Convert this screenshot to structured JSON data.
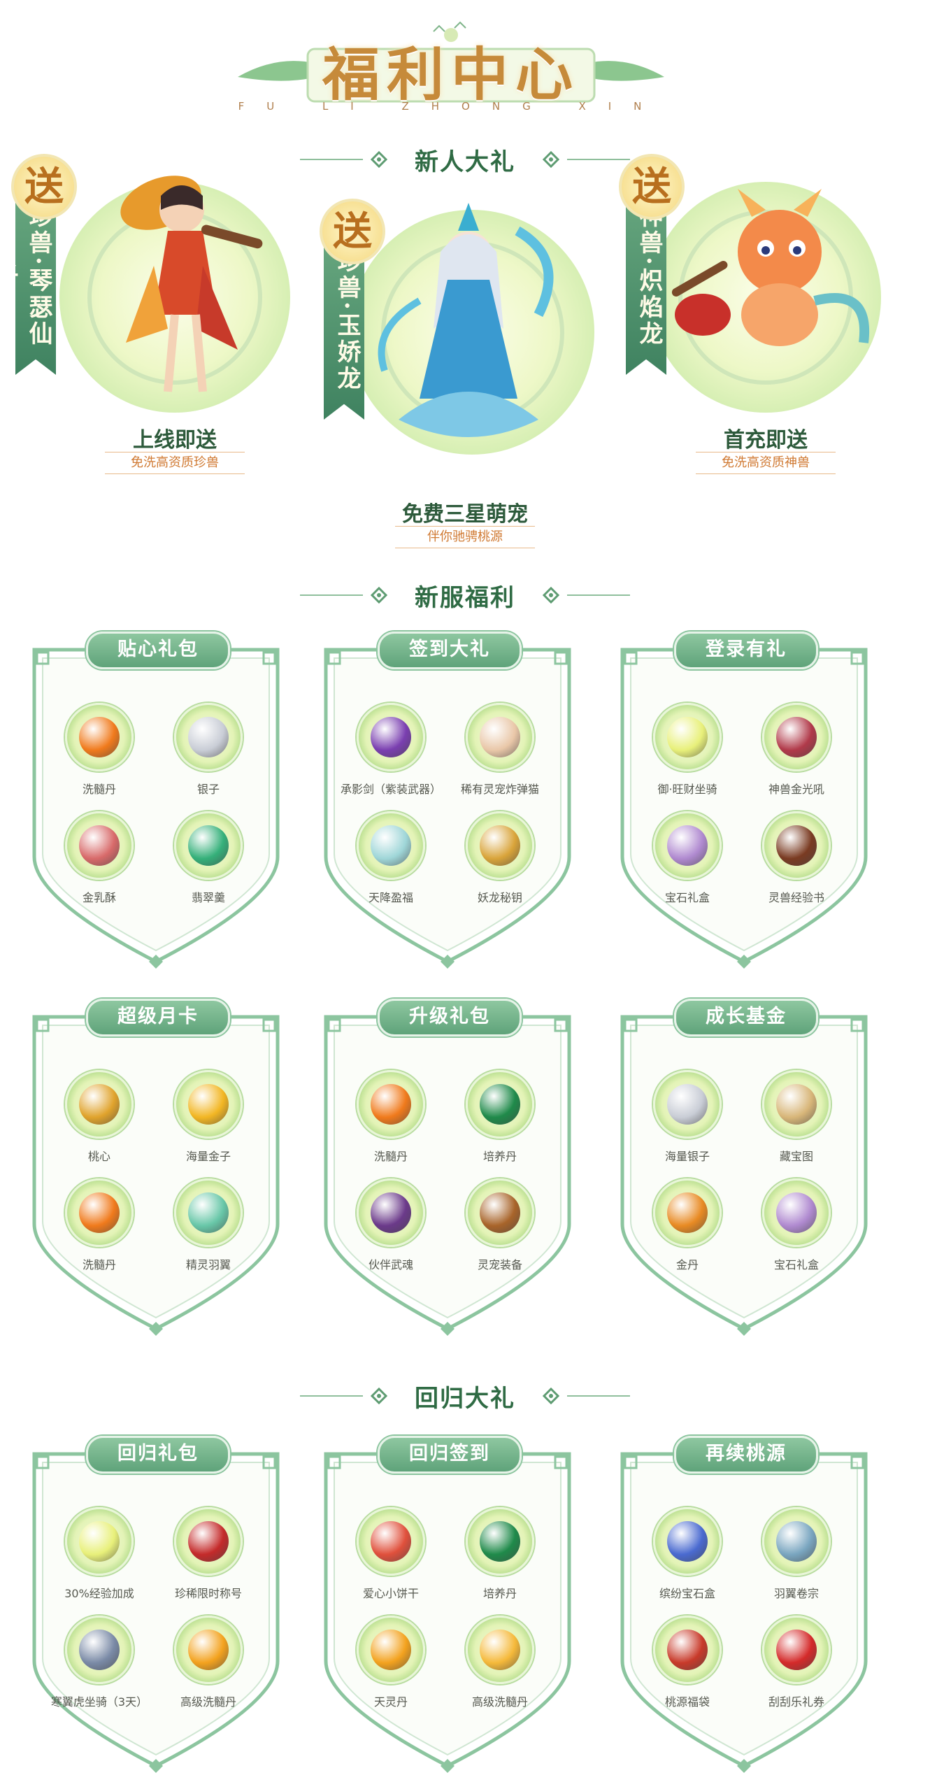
{
  "header": {
    "title": "福利中心",
    "subtitle": "FU LI ZHONG XIN"
  },
  "sections": {
    "newbie": "新人大礼",
    "newserver": "新服福利",
    "return": "回归大礼"
  },
  "gifts": [
    {
      "badge": "送",
      "ribbon": "珍兽·琴瑟仙子",
      "label": "上线即送",
      "sub": "免洗高资质珍兽"
    },
    {
      "badge": "送",
      "ribbon": "珍兽·玉娇龙",
      "label": "免费三星萌宠",
      "sub": "伴你驰骋桃源"
    },
    {
      "badge": "送",
      "ribbon": "神兽·炽焰龙",
      "label": "首充即送",
      "sub": "免洗高资质神兽"
    }
  ],
  "cards": [
    {
      "title": "贴心礼包",
      "items": [
        {
          "name": "洗髓丹",
          "icon": "orange-orb-icon",
          "color": "#f07a1c"
        },
        {
          "name": "银子",
          "icon": "silver-ingot-icon",
          "color": "#c9cdd6"
        },
        {
          "name": "金乳酥",
          "icon": "pastry-icon",
          "color": "#d86a6a"
        },
        {
          "name": "翡翠羹",
          "icon": "jade-bowl-icon",
          "color": "#35b07a"
        }
      ]
    },
    {
      "title": "签到大礼",
      "items": [
        {
          "name": "承影剑（紫装武器）",
          "icon": "purple-sword-icon",
          "color": "#7a3fb0"
        },
        {
          "name": "稀有灵宠炸弹猫",
          "icon": "cat-pet-icon",
          "color": "#e9c7a8"
        },
        {
          "name": "天降盈福",
          "icon": "jade-charm-icon",
          "color": "#9fd6d8"
        },
        {
          "name": "妖龙秘钥",
          "icon": "golden-key-icon",
          "color": "#d9a43a"
        }
      ]
    },
    {
      "title": "登录有礼",
      "items": [
        {
          "name": "御·旺财坐骑",
          "icon": "mount-glow-icon",
          "color": "#e8f07a"
        },
        {
          "name": "神兽金光吼",
          "icon": "beast-pouch-icon",
          "color": "#b13a4a"
        },
        {
          "name": "宝石礼盒",
          "icon": "gem-box-icon",
          "color": "#b08ad0"
        },
        {
          "name": "灵兽经验书",
          "icon": "exp-book-icon",
          "color": "#7a3b22"
        }
      ]
    },
    {
      "title": "超级月卡",
      "items": [
        {
          "name": "桃心",
          "icon": "coins-icon",
          "color": "#e0a32c"
        },
        {
          "name": "海量金子",
          "icon": "gold-ingot-icon",
          "color": "#f2b623"
        },
        {
          "name": "洗髓丹",
          "icon": "orange-orb-icon",
          "color": "#f07a1c"
        },
        {
          "name": "精灵羽翼",
          "icon": "wings-icon",
          "color": "#68c7a8"
        }
      ]
    },
    {
      "title": "升级礼包",
      "items": [
        {
          "name": "洗髓丹",
          "icon": "orange-orb-icon",
          "color": "#f07a1c"
        },
        {
          "name": "培养丹",
          "icon": "green-pearl-icon",
          "color": "#1f8a4a"
        },
        {
          "name": "伙伴武魂",
          "icon": "hero-portrait-icon",
          "color": "#6b3a8a"
        },
        {
          "name": "灵宠装备",
          "icon": "pet-gear-icon",
          "color": "#a8642a"
        }
      ]
    },
    {
      "title": "成长基金",
      "items": [
        {
          "name": "海量银子",
          "icon": "silver-ingot-icon",
          "color": "#c9cdd6"
        },
        {
          "name": "藏宝图",
          "icon": "scroll-map-icon",
          "color": "#d8b679"
        },
        {
          "name": "金丹",
          "icon": "golden-pill-icon",
          "color": "#e88a23"
        },
        {
          "name": "宝石礼盒",
          "icon": "gem-box-icon",
          "color": "#b08ad0"
        }
      ]
    },
    {
      "title": "回归礼包",
      "items": [
        {
          "name": "30%经验加成",
          "icon": "exp-glow-icon",
          "color": "#e8f07a"
        },
        {
          "name": "珍稀限时称号",
          "icon": "title-badge-icon",
          "color": "#c42a2a"
        },
        {
          "name": "寒翼虎坐骑（3天）",
          "icon": "tiger-mount-icon",
          "color": "#7a8aa6"
        },
        {
          "name": "高级洗髓丹",
          "icon": "gold-orb-icon",
          "color": "#f3a21e"
        }
      ]
    },
    {
      "title": "回归签到",
      "items": [
        {
          "name": "爱心小饼干",
          "icon": "heart-cookie-icon",
          "color": "#e0503c"
        },
        {
          "name": "培养丹",
          "icon": "green-pearl-icon",
          "color": "#1f8a4a"
        },
        {
          "name": "天灵丹",
          "icon": "gold-orb-icon",
          "color": "#f3a21e"
        },
        {
          "name": "高级洗髓丹",
          "icon": "sun-orb-icon",
          "color": "#f5b93a"
        }
      ]
    },
    {
      "title": "再续桃源",
      "items": [
        {
          "name": "缤纷宝石盒",
          "icon": "gem-chest-icon",
          "color": "#4a6ad0"
        },
        {
          "name": "羽翼卷宗",
          "icon": "scroll-icon",
          "color": "#7aa6c0"
        },
        {
          "name": "桃源福袋",
          "icon": "lucky-bag-icon",
          "color": "#c83a2a"
        },
        {
          "name": "刮刮乐礼券",
          "icon": "red-cards-icon",
          "color": "#d42a2a"
        }
      ]
    }
  ]
}
